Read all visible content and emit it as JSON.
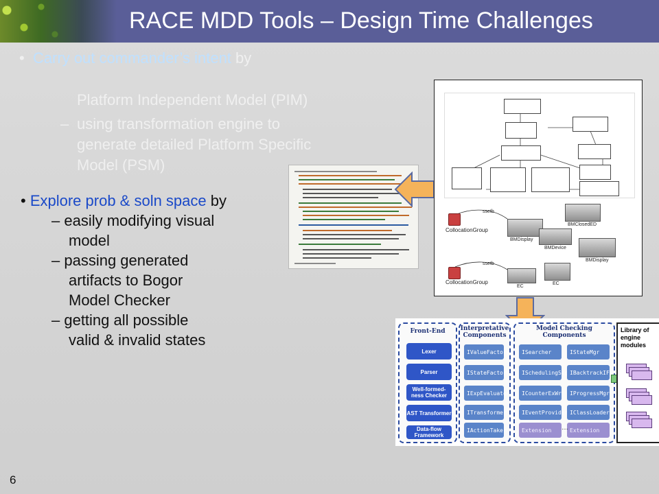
{
  "slide": {
    "title": "RACE MDD Tools – Design Time Challenges",
    "number": "6"
  },
  "faded_bullets": {
    "bullet1_accent": "Carry out commander’s intent",
    "bullet1_rest": " by",
    "line_pim": "Platform Independent Model (PIM)",
    "sub2_line1": "using transformation engine to",
    "sub2_line2": "generate detailed Platform Specific",
    "sub2_line3": "Model (PSM)",
    "dash": "–"
  },
  "main_bullet": {
    "lead_accent": "Explore prob & soln space",
    "lead_rest": " by",
    "sub1_line1": "– easily modifying visual",
    "sub1_line2": "model",
    "sub2_line1": "– passing generated",
    "sub2_line2": "artifacts to Bogor",
    "sub2_line3": "Model Checker",
    "sub3_line1": "– getting all possible",
    "sub3_line2": "valid & invalid states"
  },
  "uml_diagram": {
    "collocation_label": "CollocationGroup",
    "edge_label": "ssetb",
    "bm_display": "BMDisplay",
    "bm_closed_ed": "BMClosedED",
    "bm_device": "BMDevice",
    "bm_display2": "BMDisplay",
    "ec": "EC",
    "ec2": "EC"
  },
  "bogor": {
    "front_end_title": "Front-End",
    "front_end_items": [
      "Lexer",
      "Parser",
      "Well-formed-ness Checker",
      "AST Transformer",
      "Data-flow Framework"
    ],
    "interp_title_1": "Interpretative",
    "interp_title_2": "Components",
    "interp_items": [
      "IValueFactory",
      "IStateFactory",
      "IExpEvaluator",
      "ITransformer",
      "IActionTaker"
    ],
    "mc_title_1": "Model Checking",
    "mc_title_2": "Components",
    "mc_left": [
      "ISearcher",
      "ISchedulingStg",
      "ICounterExWr",
      "IEventProvider",
      "Extension"
    ],
    "mc_right": [
      "IStateMgr",
      "IBacktrackIF",
      "IProgressMgr",
      "IClassLoader",
      "Extension"
    ],
    "ellipsis": "…",
    "library_title": "Library of engine modules"
  },
  "colors": {
    "title_bar": "#5a5e98",
    "accent_blue": "#1a49c8",
    "arrow_fill": "#f5b35a",
    "bogor_blue": "#2f56c7"
  }
}
